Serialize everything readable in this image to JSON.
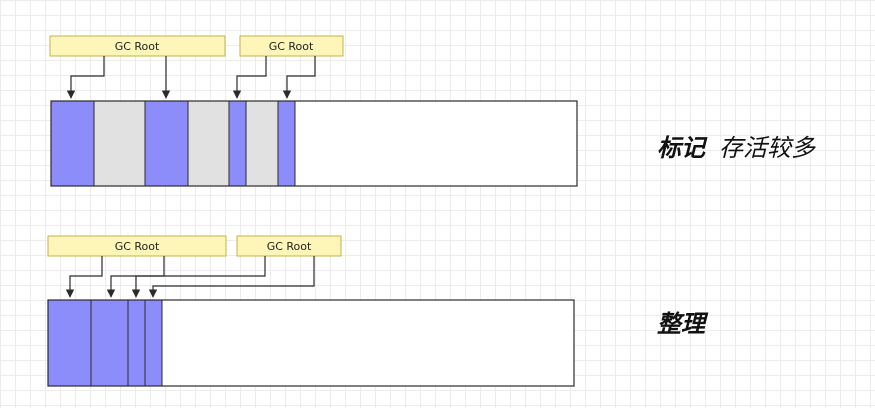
{
  "colors": {
    "live": "#8c8cfa",
    "dead": "#e1e1e1",
    "free": "#ffffff",
    "label_bg": "#fdf6b8",
    "label_border": "#c8b04a",
    "stroke": "#2b2b2b"
  },
  "mark_phase": {
    "labels": [
      "GC Root",
      "GC Root"
    ],
    "caption_bold": "标记",
    "caption_normal": "存活较多",
    "blocks": [
      "live",
      "dead",
      "live",
      "dead",
      "live",
      "dead",
      "live",
      "free"
    ]
  },
  "compact_phase": {
    "labels": [
      "GC Root",
      "GC Root"
    ],
    "caption_bold": "整理",
    "blocks": [
      "live",
      "live",
      "live",
      "live",
      "free"
    ]
  }
}
